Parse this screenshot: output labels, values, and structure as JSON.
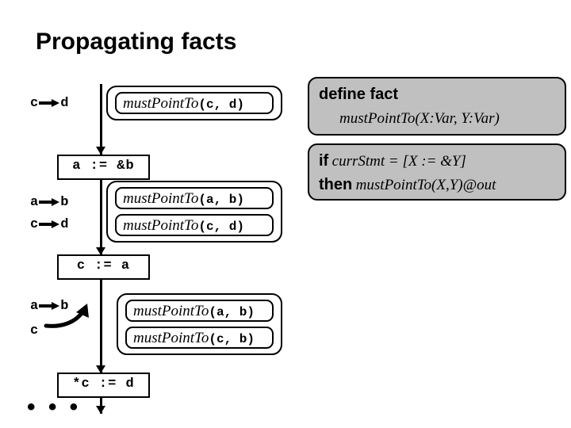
{
  "slide": {
    "title": "Propagating facts",
    "background": "#ffffff",
    "ink": "#000000",
    "panel_fill": "#c0c0c0"
  },
  "cfg": {
    "statements": [
      {
        "id": "stmt-assign-addr-b",
        "text": "a := &b"
      },
      {
        "id": "stmt-assign-c-a",
        "text": "c := a"
      },
      {
        "id": "stmt-store-c-d",
        "text": "*c := d"
      }
    ],
    "ellipsis": "• • •"
  },
  "pointer_states": [
    {
      "id": "ptr-state-1",
      "edges": [
        {
          "from": "c",
          "to": "d",
          "style": "straight"
        }
      ]
    },
    {
      "id": "ptr-state-2",
      "edges": [
        {
          "from": "a",
          "to": "b",
          "style": "straight"
        },
        {
          "from": "c",
          "to": "d",
          "style": "straight"
        }
      ]
    },
    {
      "id": "ptr-state-3",
      "edges": [
        {
          "from": "a",
          "to": "b",
          "style": "straight"
        },
        {
          "from": "c",
          "to": "b",
          "style": "curved"
        }
      ]
    }
  ],
  "fact_groups": [
    {
      "id": "fact-group-1",
      "facts": [
        {
          "name": "mustPointTo",
          "args": "(c, d)"
        }
      ]
    },
    {
      "id": "fact-group-2",
      "facts": [
        {
          "name": "mustPointTo",
          "args": "(a, b)"
        },
        {
          "name": "mustPointTo",
          "args": "(c, d)"
        }
      ]
    },
    {
      "id": "fact-group-3",
      "facts": [
        {
          "name": "mustPointTo",
          "args": "(a, b)"
        },
        {
          "name": "mustPointTo",
          "args": "(c, b)"
        }
      ]
    }
  ],
  "spec_panels": [
    {
      "id": "spec-define-fact",
      "lines": [
        {
          "keyword": "define fact",
          "italic": ""
        },
        {
          "keyword": "",
          "italic": "mustPointTo(X:Var, Y:Var)",
          "indent": true
        }
      ]
    },
    {
      "id": "spec-rule",
      "lines": [
        {
          "keyword": "if",
          "italic": "currStmt = [X := &Y]"
        },
        {
          "keyword": "then",
          "italic": "mustPointTo(X,Y)@out"
        }
      ]
    }
  ]
}
